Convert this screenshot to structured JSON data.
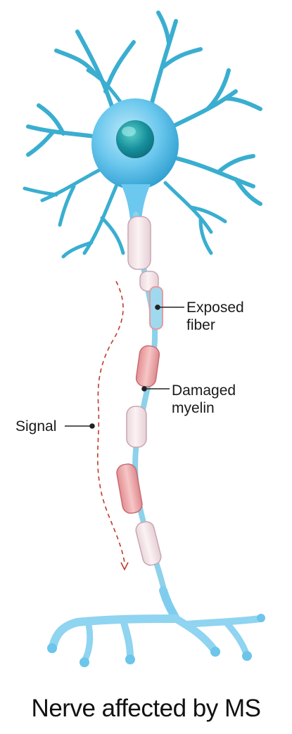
{
  "labels": {
    "exposed_fiber": [
      "Exposed",
      "fiber"
    ],
    "damaged_myelin": [
      "Damaged",
      "myelin"
    ],
    "signal": "Signal"
  },
  "caption": "Nerve affected by MS",
  "colors": {
    "dendrite": "#3aaed0",
    "soma": "#6cc8ee",
    "nucleus": "#178f9c",
    "myelin_healthy": "#f6e8ea",
    "myelin_damaged": "#eda7a8",
    "axon": "#8dd1ea",
    "signal": "#c0392b",
    "leader_line": "#222222"
  }
}
